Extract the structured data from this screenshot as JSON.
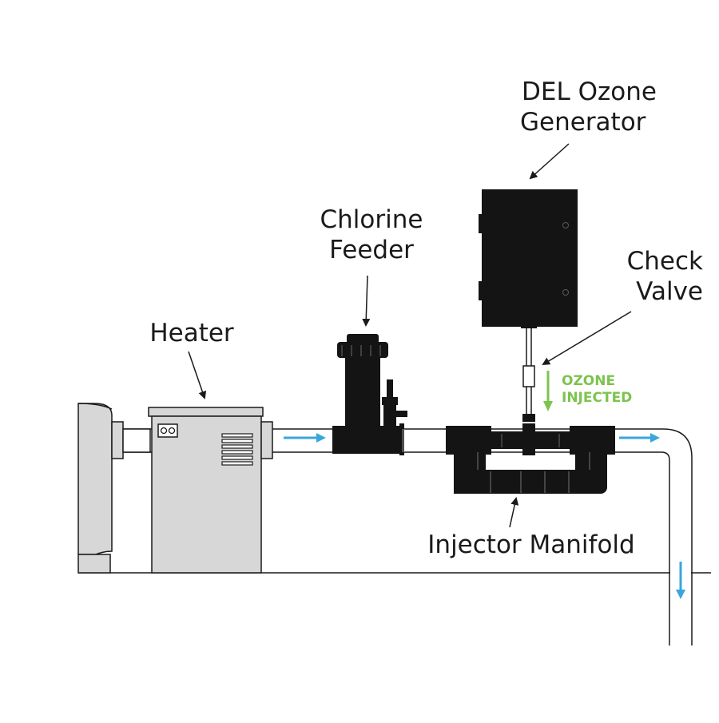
{
  "labels": {
    "ozone_generator": [
      "DEL Ozone",
      "Generator"
    ],
    "chlorine_feeder": [
      "Chlorine",
      "Feeder"
    ],
    "check_valve": [
      "Check",
      "Valve"
    ],
    "heater": "Heater",
    "ozone_injected": [
      "OZONE",
      "INJECTED"
    ],
    "injector_manifold": "Injector Manifold"
  },
  "colors": {
    "flow_arrow": "#3aa6dc",
    "ozone_text": "#7cc44e",
    "equipment_dark": "#141414",
    "heater_gray": "#d6d7d6",
    "outline": "#1a1a1a"
  },
  "icons": {
    "flow": "arrow-right-icon",
    "flow_down": "arrow-down-icon"
  }
}
